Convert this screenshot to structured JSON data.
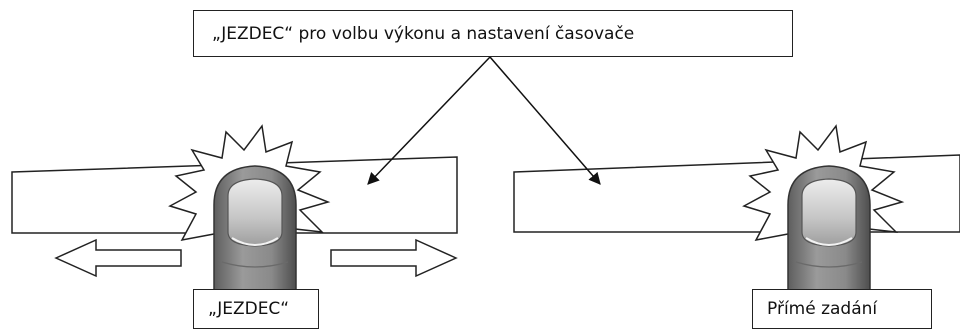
{
  "labels": {
    "top": "„JEZDEC“ pro volbu výkonu a nastavení časovače",
    "left": "„JEZDEC“",
    "right": "Přímé zadání"
  },
  "colors": {
    "stroke": "#222222",
    "finger_fill": "#8a8a8a",
    "finger_dark": "#5a5a5a",
    "nail_fill": "#c9c9c9",
    "nail_highlight": "#e8e8e8",
    "background": "#ffffff"
  },
  "icons": {
    "left_arrow": "arrow-left-icon",
    "right_arrow": "arrow-right-icon",
    "burst": "touch-burst-icon",
    "finger": "finger-icon"
  }
}
